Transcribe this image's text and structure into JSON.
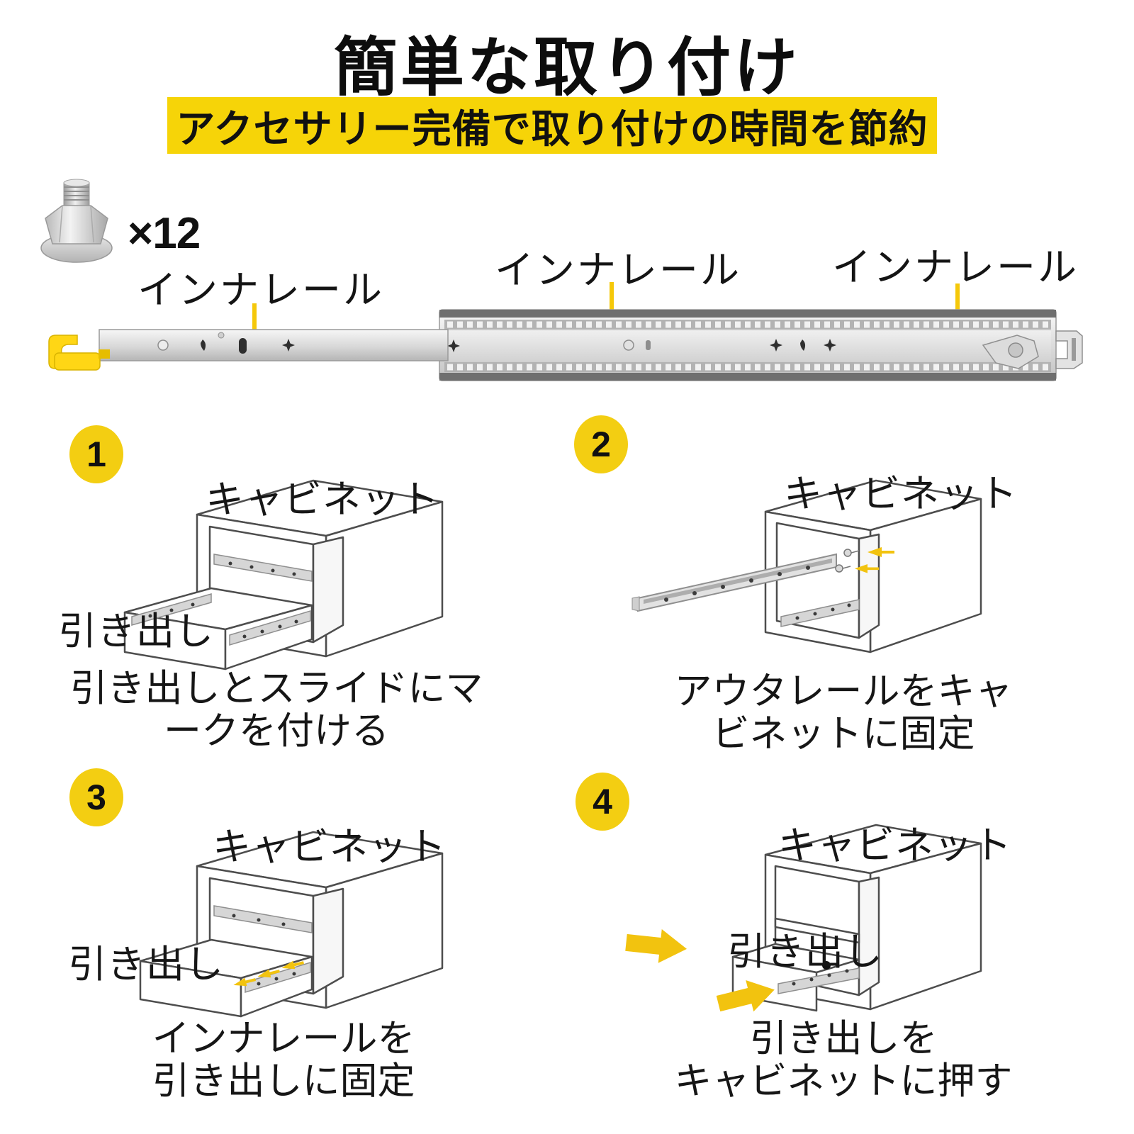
{
  "header": {
    "title": "簡単な取り付け",
    "banner": "アクセサリー完備で取り付けの時間を節約"
  },
  "hardware": {
    "bolt_quantity": "×12"
  },
  "rail_labels": [
    "インナレール",
    "インナレール",
    "インナレール"
  ],
  "steps": [
    {
      "number": "1",
      "cabinet_label": "キャビネット",
      "drawer_label": "引き出し",
      "caption_line1": "引き出しとスライドにマ",
      "caption_line2": "ークを付ける"
    },
    {
      "number": "2",
      "cabinet_label": "キャビネット",
      "caption_line1": "アウタレールをキャ",
      "caption_line2": "ビネットに固定"
    },
    {
      "number": "3",
      "cabinet_label": "キャビネット",
      "drawer_label": "引き出し",
      "caption_line1": "インナレールを",
      "caption_line2": "引き出しに固定"
    },
    {
      "number": "4",
      "cabinet_label": "キャビネット",
      "drawer_label": "引き出し",
      "caption_line1": "引き出しを",
      "caption_line2": "キャビネットに押す"
    }
  ],
  "colors": {
    "banner_yellow": "#F6D408",
    "badge_yellow": "#F3CE12",
    "arrow_yellow": "#F2C30F",
    "cap_yellow": "#FFD615",
    "text": "#141414"
  }
}
